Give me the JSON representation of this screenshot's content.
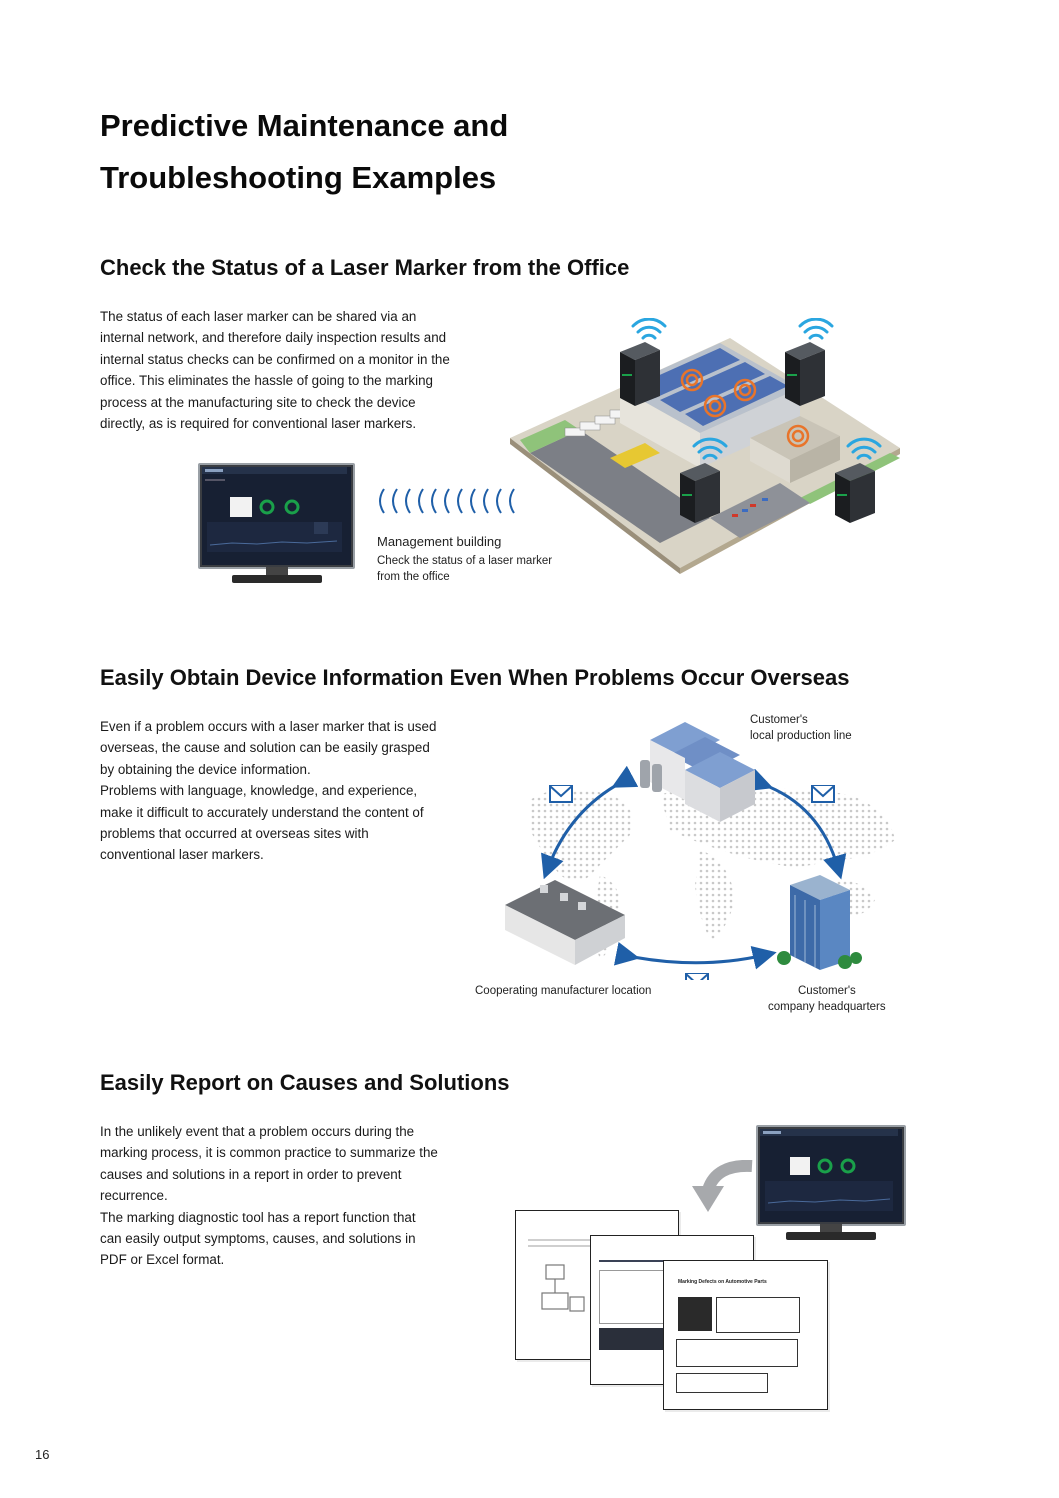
{
  "page": {
    "title_line1": "Predictive Maintenance and",
    "title_line2": "Troubleshooting Examples",
    "page_number": "16"
  },
  "section1": {
    "heading": "Check the Status of a Laser Marker from the Office",
    "body_lines": [
      "The status of each laser marker can be shared via an",
      "internal network, and therefore daily inspection results and",
      "internal status checks can be confirmed on a monitor in the",
      "office. This eliminates the hassle of going to the marking",
      "process at the manufacturing site to check the device",
      "directly, as is required for conventional laser markers."
    ],
    "caption_title": "Management building",
    "caption_line1": "Check the status of a laser marker",
    "caption_line2": "from the office"
  },
  "section2": {
    "heading": "Easily Obtain Device Information Even When Problems Occur Overseas",
    "body_lines": [
      "Even if a problem occurs with a laser marker that is used",
      "overseas, the cause and solution can be easily grasped",
      "by obtaining the device information.",
      "Problems with language, knowledge, and experience,",
      "make it difficult to accurately understand the content of",
      "problems that occurred at overseas sites with",
      "conventional laser markers."
    ],
    "label_production_line1": "Customer's",
    "label_production_line2": "local production line",
    "label_cooperating": "Cooperating manufacturer location",
    "label_hq_line1": "Customer's",
    "label_hq_line2": "company headquarters"
  },
  "section3": {
    "heading": "Easily Report on Causes and Solutions",
    "body_lines": [
      "In the unlikely event that a problem occurs during the",
      "marking process, it is common practice to summarize the",
      "causes and solutions in a report in order to prevent",
      "recurrence.",
      "The marking diagnostic tool has a report function that",
      "can easily output symptoms, causes, and solutions in",
      "PDF or Excel format."
    ],
    "report_title": "Marking Defects on Automotive Parts"
  },
  "colors": {
    "accent_blue": "#1f5fa8",
    "wifi_blue": "#2aa6e0",
    "ring_orange": "#e8742a",
    "status_green": "#1aa04a"
  }
}
